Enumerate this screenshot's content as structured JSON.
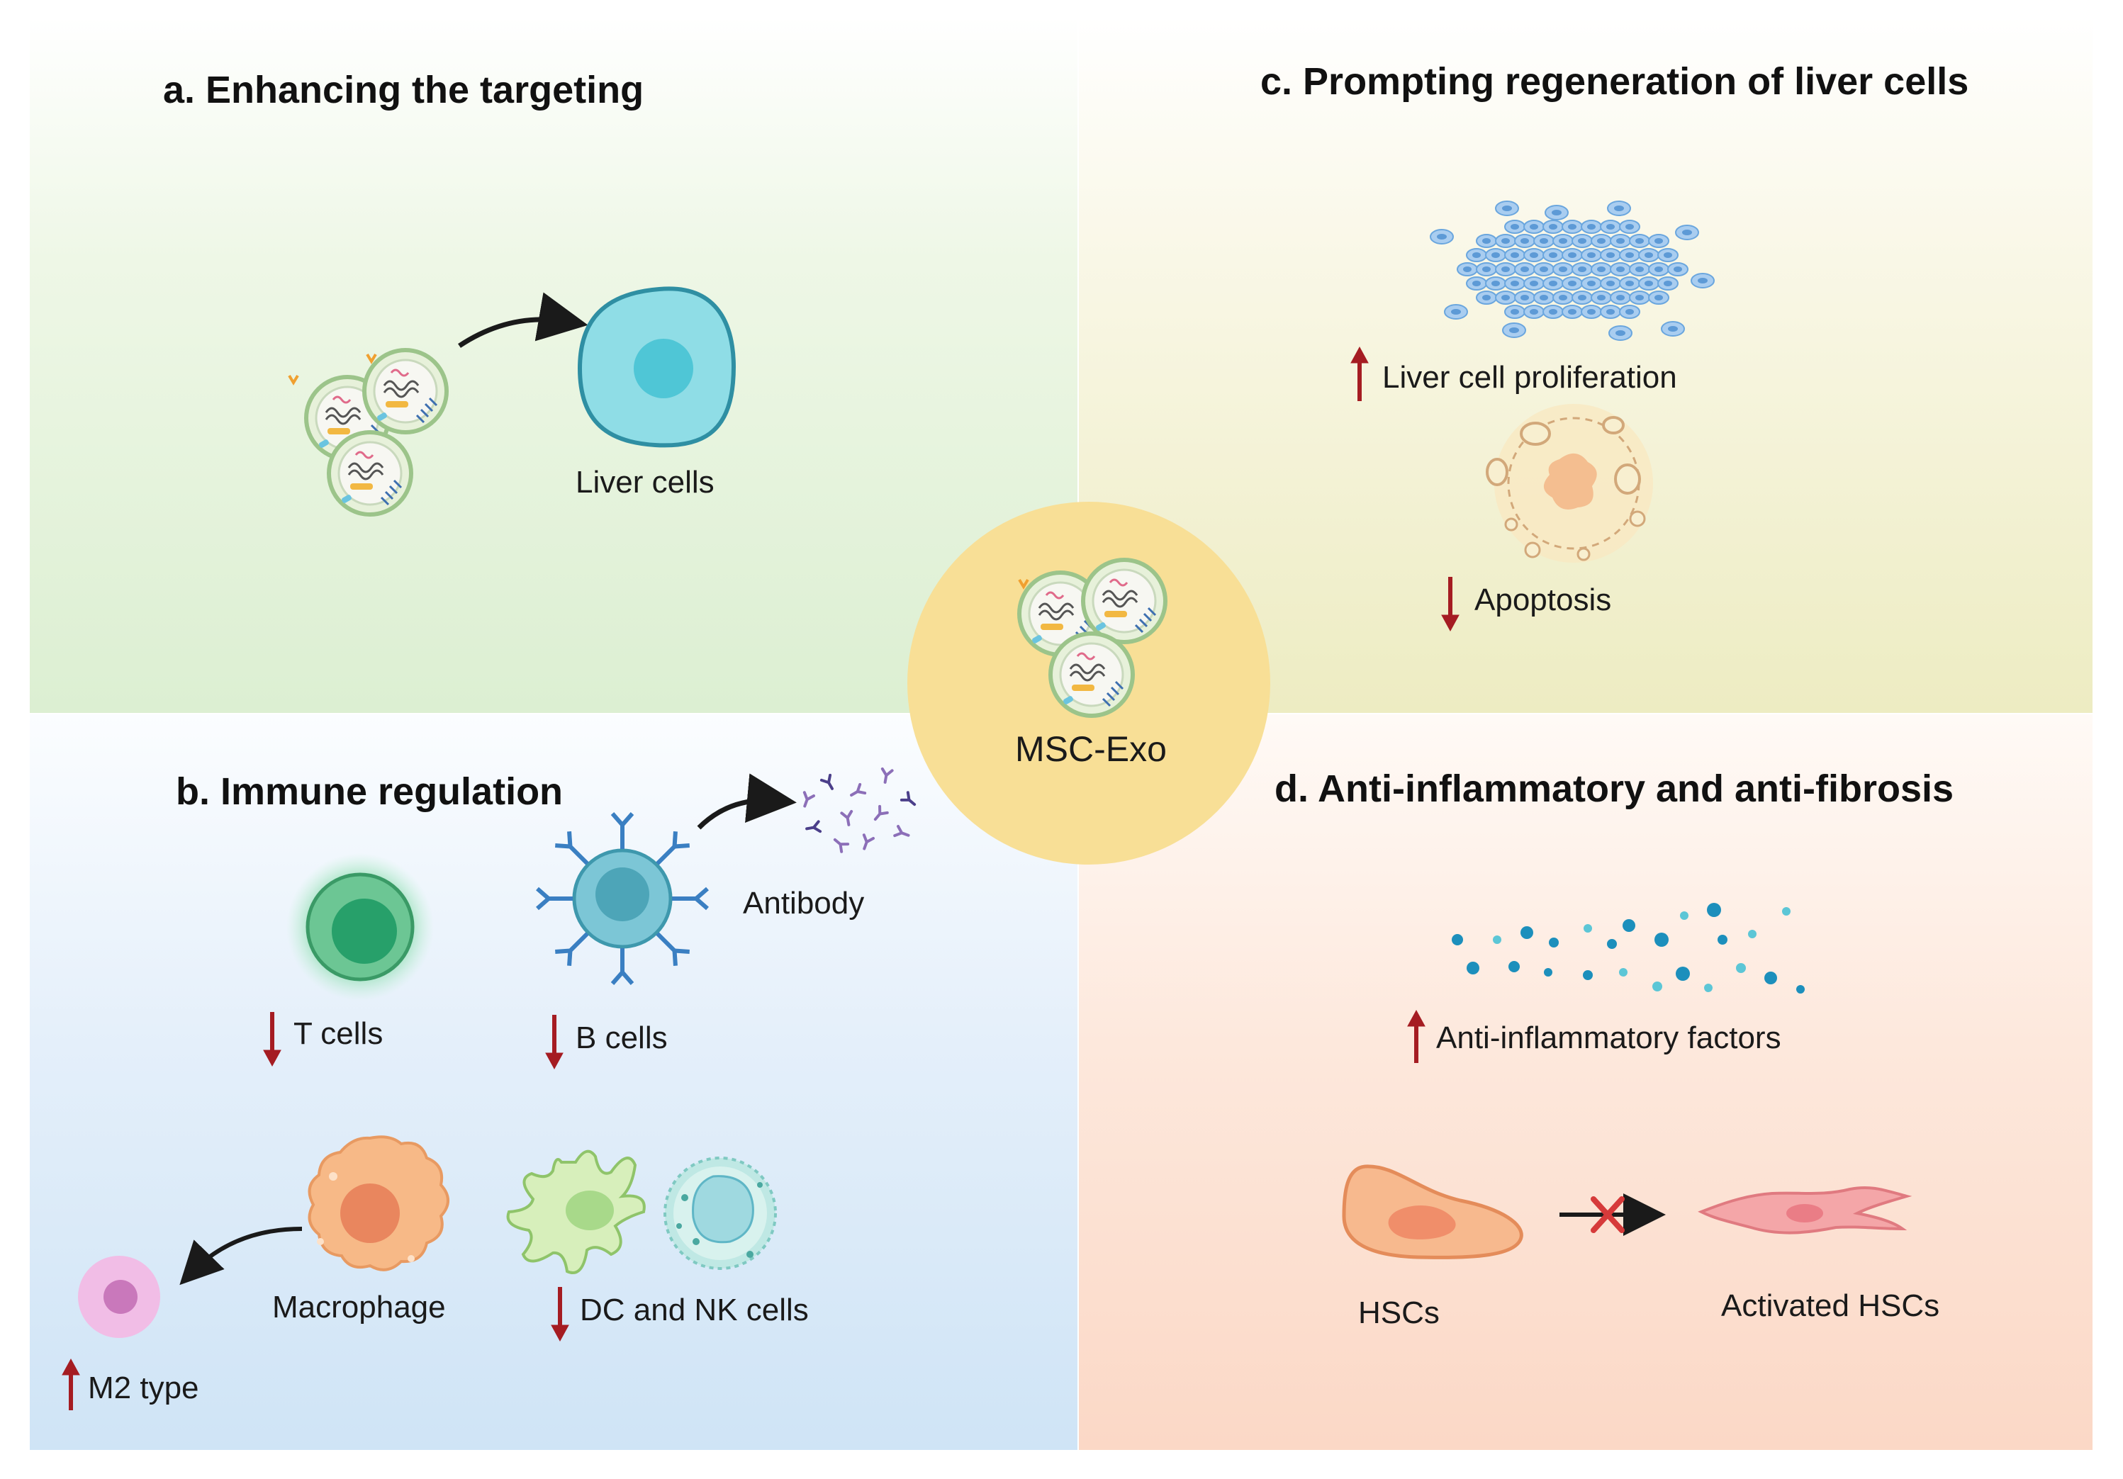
{
  "center": {
    "label": "MSC-Exo"
  },
  "panel_a": {
    "title": "a. Enhancing the targeting",
    "liver_cells_label": "Liver cells"
  },
  "panel_b": {
    "title": "b. Immune regulation",
    "t_cells_label": "T cells",
    "b_cells_label": "B cells",
    "antibody_label": "Antibody",
    "macrophage_label": "Macrophage",
    "m2_label": "M2 type",
    "dc_nk_label": "DC and NK cells"
  },
  "panel_c": {
    "title": "c. Prompting regeneration of liver cells",
    "proliferation_label": "Liver cell proliferation",
    "apoptosis_label": "Apoptosis"
  },
  "panel_d": {
    "title": "d. Anti-inflammatory and anti-fibrosis",
    "anti_inflammatory_label": "Anti-inflammatory factors",
    "hscs_label": "HSCs",
    "activated_hscs_label": "Activated HSCs"
  },
  "colors": {
    "arrow_red": "#a51c22",
    "arrow_black": "#1a1a1a",
    "center_circle": "#f8df96",
    "liver_cell": "#8fdde6",
    "t_cell": "#4cb886",
    "b_cell": "#7cc6d6",
    "macrophage": "#f7b987",
    "m2_cell": "#e9a8dc",
    "hsc": "#f7b98e",
    "activated_hsc": "#f4a6a8",
    "factor_dot": "#1c8fbc"
  },
  "icons": [
    "exosome-cluster-icon",
    "curved-arrow-icon",
    "up-arrow-icon",
    "down-arrow-icon",
    "blocked-arrow-icon"
  ]
}
